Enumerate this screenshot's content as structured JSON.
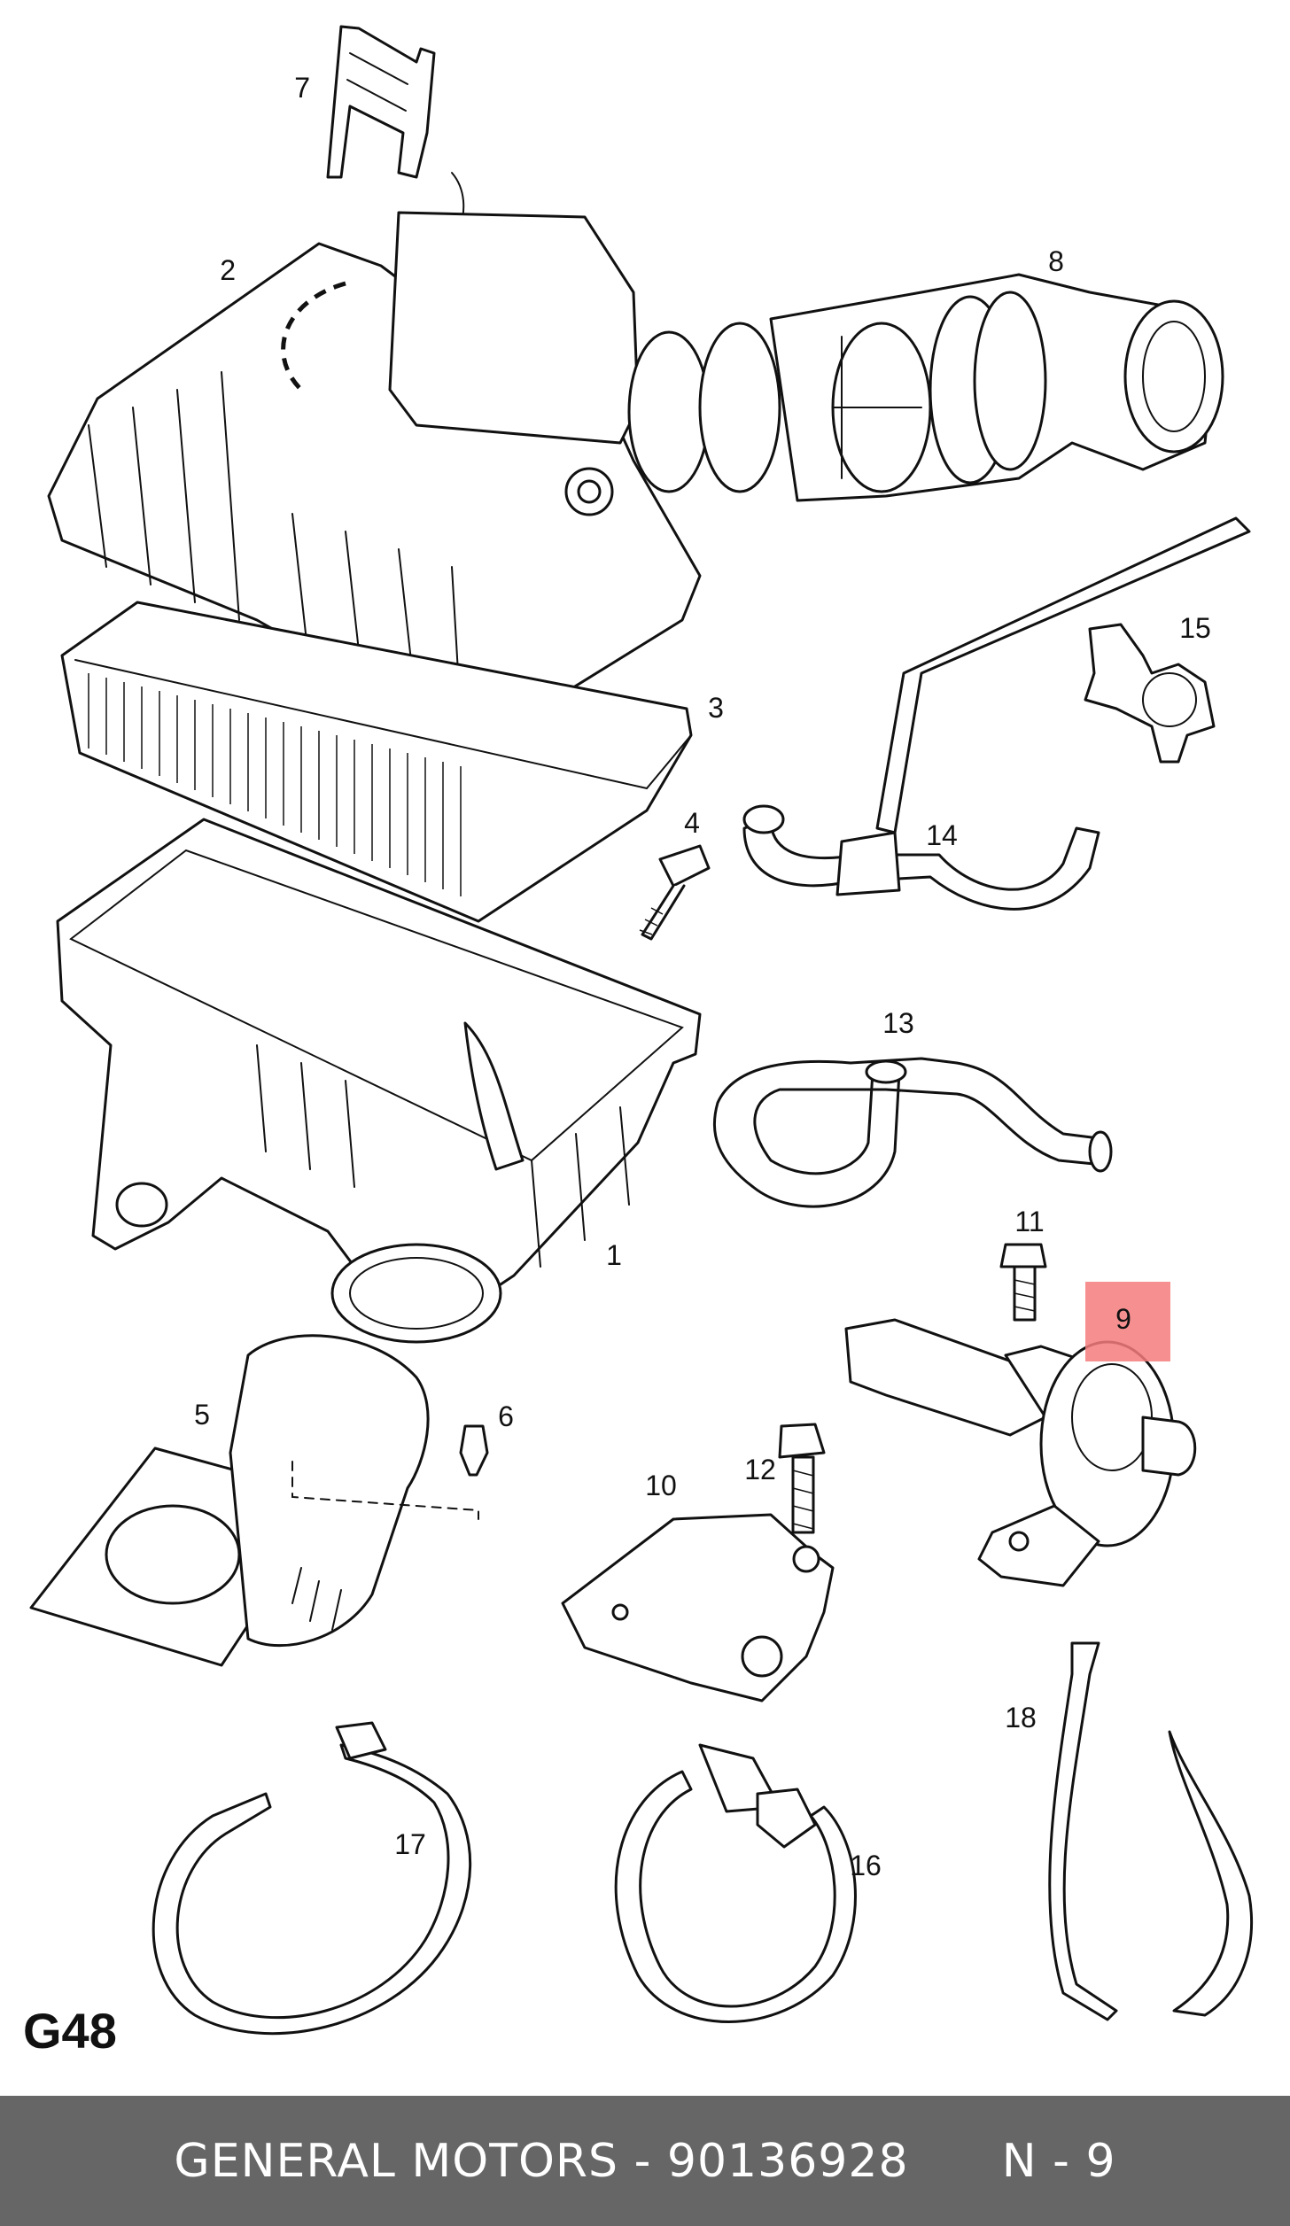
{
  "sheet_code": "G48",
  "footer": {
    "brand": "GENERAL MOTORS",
    "separator": " - ",
    "part_number": "90136928",
    "position": "N - 9"
  },
  "highlight": {
    "part": "9",
    "color": "#f47c7c"
  },
  "parts": [
    {
      "id": "p1",
      "label": "1",
      "icon": "air-filter-lower-housing"
    },
    {
      "id": "p2",
      "label": "2",
      "icon": "air-filter-upper-housing"
    },
    {
      "id": "p3",
      "label": "3",
      "icon": "air-filter-element"
    },
    {
      "id": "p4",
      "label": "4",
      "icon": "screw"
    },
    {
      "id": "p5",
      "label": "5",
      "icon": "intake-duct-with-bracket"
    },
    {
      "id": "p6",
      "label": "6",
      "icon": "clip"
    },
    {
      "id": "p7",
      "label": "7",
      "icon": "hose-connector"
    },
    {
      "id": "p8",
      "label": "8",
      "icon": "intake-bellows-hose"
    },
    {
      "id": "p9",
      "label": "9",
      "icon": "secondary-air-valve"
    },
    {
      "id": "p10",
      "label": "10",
      "icon": "bracket"
    },
    {
      "id": "p11",
      "label": "11",
      "icon": "bolt"
    },
    {
      "id": "p12",
      "label": "12",
      "icon": "bolt"
    },
    {
      "id": "p13",
      "label": "13",
      "icon": "hose"
    },
    {
      "id": "p14",
      "label": "14",
      "icon": "hose"
    },
    {
      "id": "p15",
      "label": "15",
      "icon": "hose-clip"
    },
    {
      "id": "p16",
      "label": "16",
      "icon": "hose-clamp-worm-drive"
    },
    {
      "id": "p17",
      "label": "17",
      "icon": "hose-clamp-band"
    },
    {
      "id": "p18",
      "label": "18",
      "icon": "cable-tie"
    }
  ]
}
